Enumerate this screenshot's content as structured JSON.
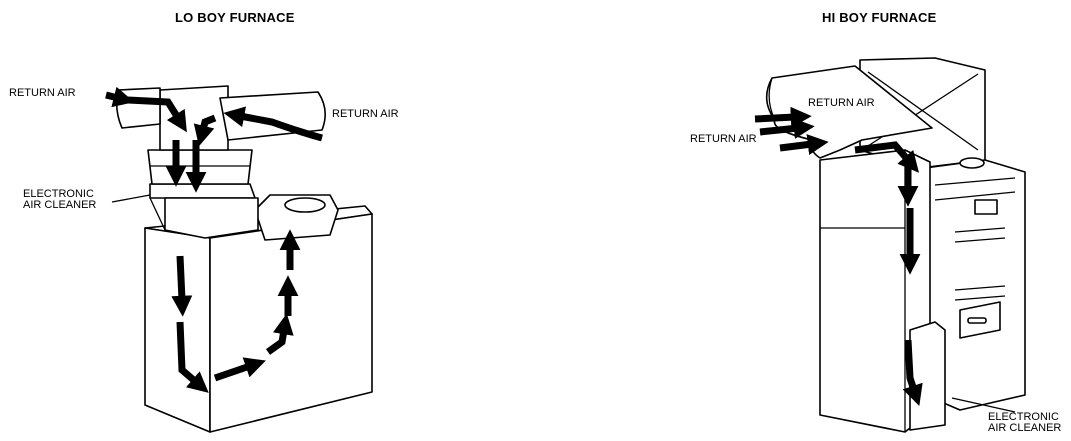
{
  "lo_boy": {
    "title": "LO BOY FURNACE",
    "return_air_left": "RETURN AIR",
    "return_air_right": "RETURN AIR",
    "air_cleaner_line1": "ELECTRONIC",
    "air_cleaner_line2": "AIR CLEANER"
  },
  "hi_boy": {
    "title": "HI BOY FURNACE",
    "return_air_duct": "RETURN AIR",
    "return_air_side": "RETURN AIR",
    "air_cleaner_line1": "ELECTRONIC",
    "air_cleaner_line2": "AIR CLEANER"
  }
}
